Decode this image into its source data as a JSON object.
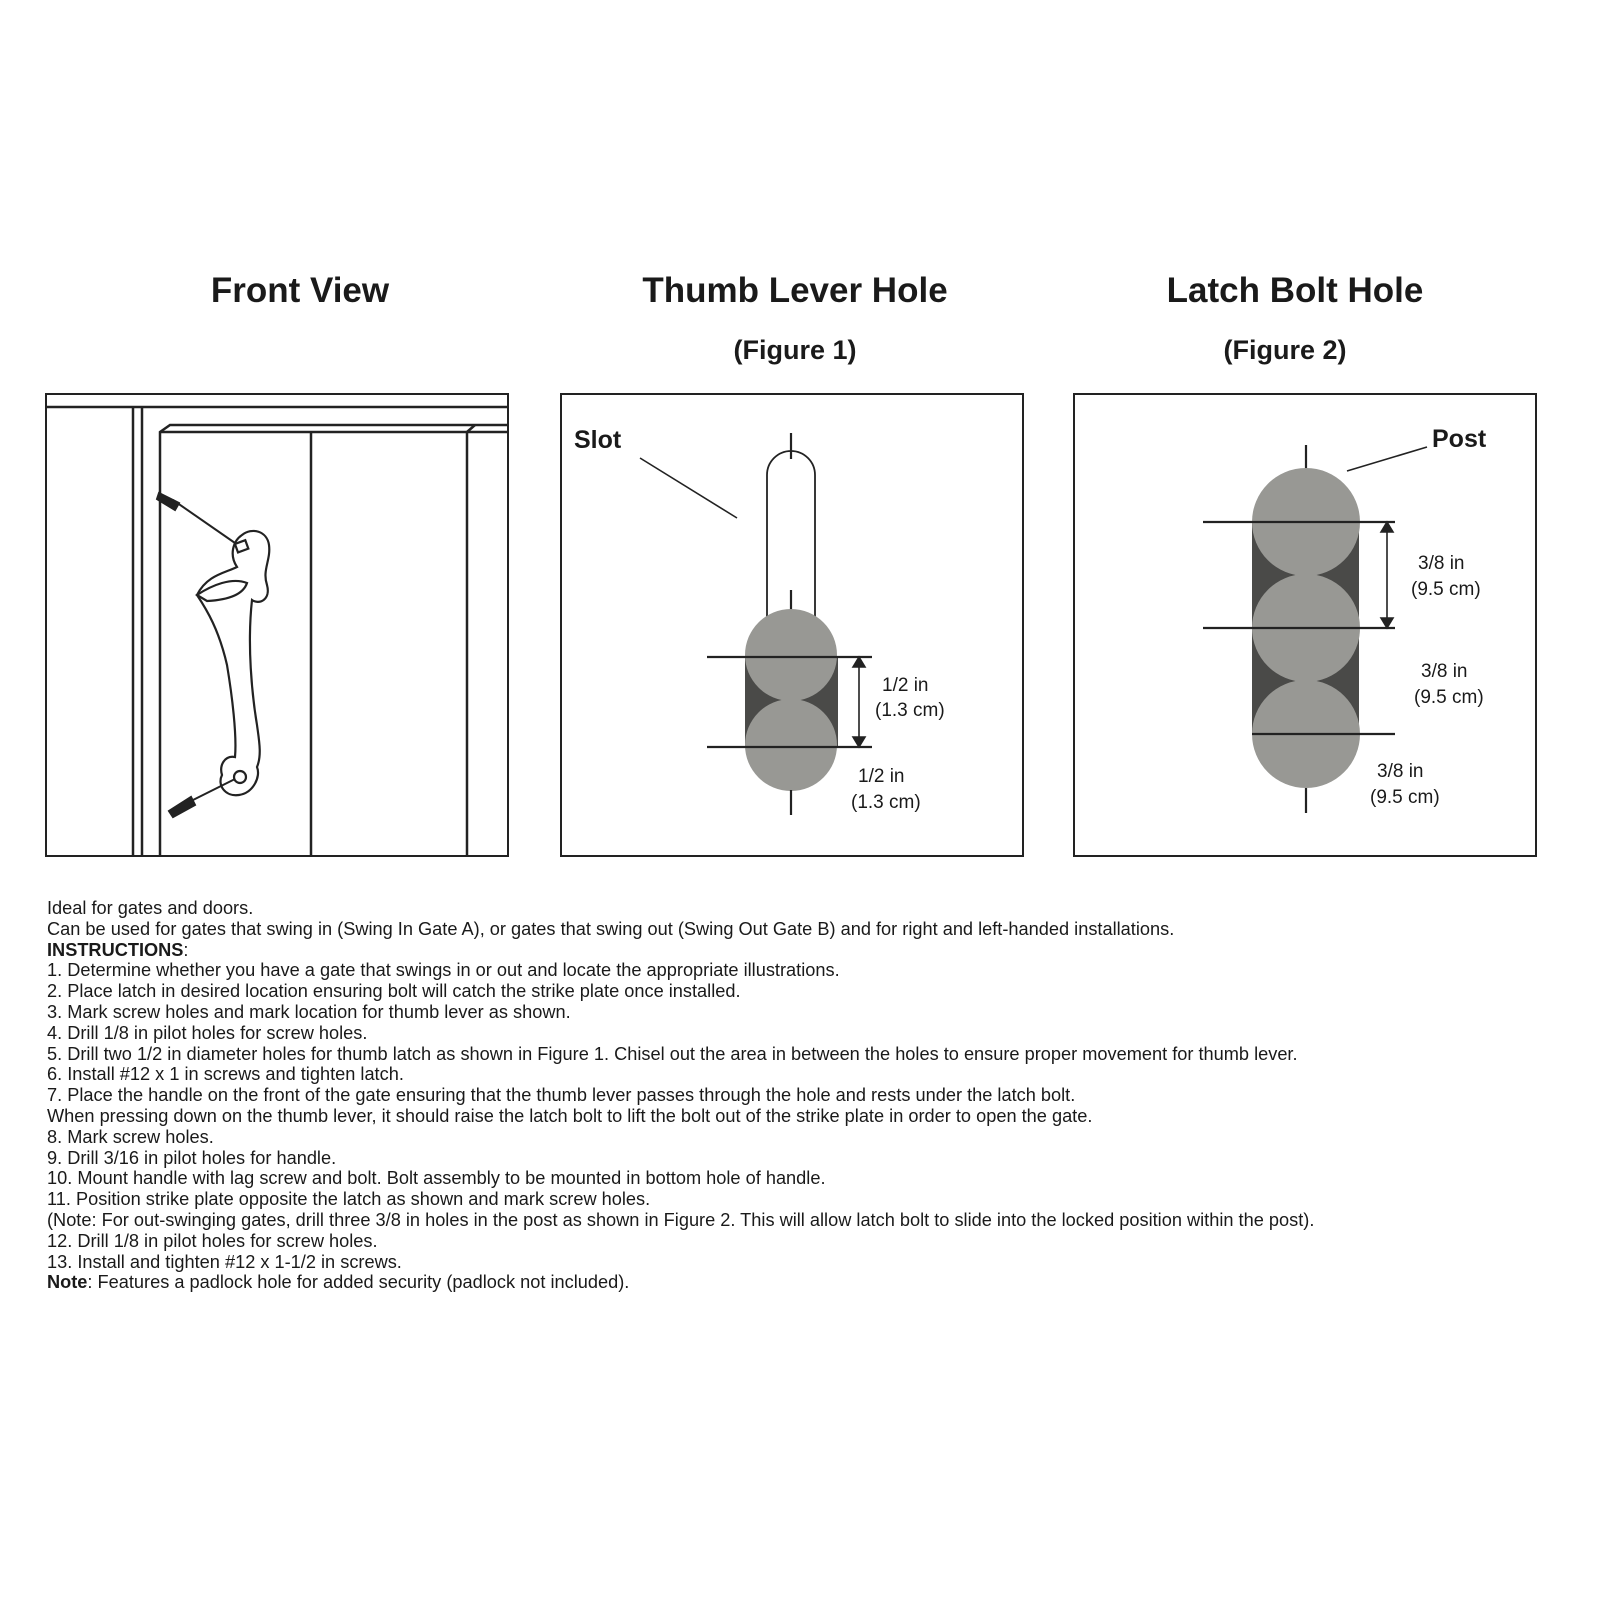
{
  "panels": {
    "front_view": {
      "title": "Front View"
    },
    "figure1": {
      "title": "Thumb Lever Hole",
      "caption": "(Figure 1)",
      "callout": "Slot",
      "dim_top": [
        "1/2 in",
        "(1.3 cm)"
      ],
      "dim_bottom": [
        "1/2 in",
        "(1.3 cm)"
      ]
    },
    "figure2": {
      "title": "Latch Bolt Hole",
      "caption": "(Figure 2)",
      "callout": "Post",
      "dim_1": [
        "3/8 in",
        "(9.5 cm)"
      ],
      "dim_2": [
        "3/8 in",
        "(9.5 cm)"
      ],
      "dim_3": [
        "3/8 in",
        "(9.5 cm)"
      ]
    }
  },
  "text": {
    "intro1": "Ideal for gates and doors.",
    "intro2": "Can be used for gates that swing in (Swing In Gate A), or gates that swing out (Swing Out Gate B) and for right and left-handed installations.",
    "instructions_heading": "INSTRUCTIONS",
    "instructions_colon": ":",
    "steps": [
      "1. Determine whether you have a gate that swings in or out and locate the appropriate illustrations.",
      "2. Place latch in desired location ensuring bolt will catch the strike plate once installed.",
      "3. Mark screw holes and mark location for thumb lever as shown.",
      "4. Drill 1/8 in pilot holes for screw holes.",
      "5. Drill two 1/2 in diameter holes for thumb latch as shown in Figure 1. Chisel out the area in between the holes to ensure proper movement for thumb lever.",
      "6. Install #12 x 1 in screws and tighten latch.",
      "7. Place the handle on the front of the gate ensuring that the thumb lever passes through the hole and rests under the latch bolt.",
      "When pressing down on the thumb lever, it should raise the latch bolt to lift the bolt out of the strike plate in order to open the gate.",
      "8. Mark screw holes.",
      "9. Drill 3/16 in pilot holes for handle.",
      "10. Mount handle with lag screw and bolt. Bolt assembly to be mounted in bottom hole of handle.",
      "11. Position strike plate opposite the latch as shown and mark screw holes.",
      "(Note: For out-swinging gates, drill three 3/8 in holes in the post as shown in Figure 2. This will allow latch bolt to slide into the locked position within the post).",
      "12. Drill 1/8 in pilot holes for screw holes.",
      "13. Install and tighten #12 x 1-1/2 in screws."
    ],
    "note_label": "Note",
    "note_text": ": Features a padlock hole for added security (padlock not included)."
  }
}
